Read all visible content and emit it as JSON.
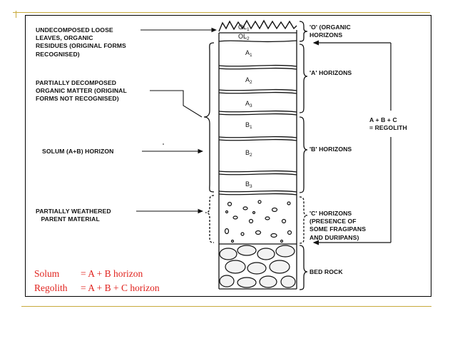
{
  "slide": {
    "accent_color": "#c8aa3c",
    "text_color_red": "#e0211c"
  },
  "left_labels": {
    "undecomposed": "UNDECOMPOSED LOOSE\nLEAVES, ORGANIC\nRESIDUES (ORIGINAL FORMS\nRECOGNISED)",
    "partially_decomposed": "PARTIALLY DECOMPOSED\nORGANIC MATTER (ORIGINAL\nFORMS NOT RECOGNISED)",
    "solum": "SOLUM (A+B) HORIZON",
    "partially_weathered": "PARTIALLY WEATHERED\n   PARENT MATERIAL"
  },
  "right_labels": {
    "o_horizons": "'O' (ORGANIC\nHORIZONS",
    "a_horizons": "'A' HORIZONS",
    "b_horizons": "'B' HORIZONS",
    "c_horizons": "'C' HORIZONS\n(PRESENCE OF\nSOME FRAGIPANS\nAND DURIPANS)",
    "bed_rock": "BED ROCK",
    "regolith": "A + B + C\n= REGOLITH"
  },
  "horizons": [
    {
      "letter": "OL",
      "sub": "1"
    },
    {
      "letter": "OL",
      "sub": "2"
    },
    {
      "letter": "A",
      "sub": "1"
    },
    {
      "letter": "A",
      "sub": "2"
    },
    {
      "letter": "A",
      "sub": "3"
    },
    {
      "letter": "B",
      "sub": "1"
    },
    {
      "letter": "B",
      "sub": "2"
    },
    {
      "letter": "B",
      "sub": "3"
    }
  ],
  "definitions": {
    "solum_term": "Solum",
    "solum_def": "= A + B horizon",
    "regolith_term": "Regolith",
    "regolith_def": "= A + B + C horizon"
  }
}
